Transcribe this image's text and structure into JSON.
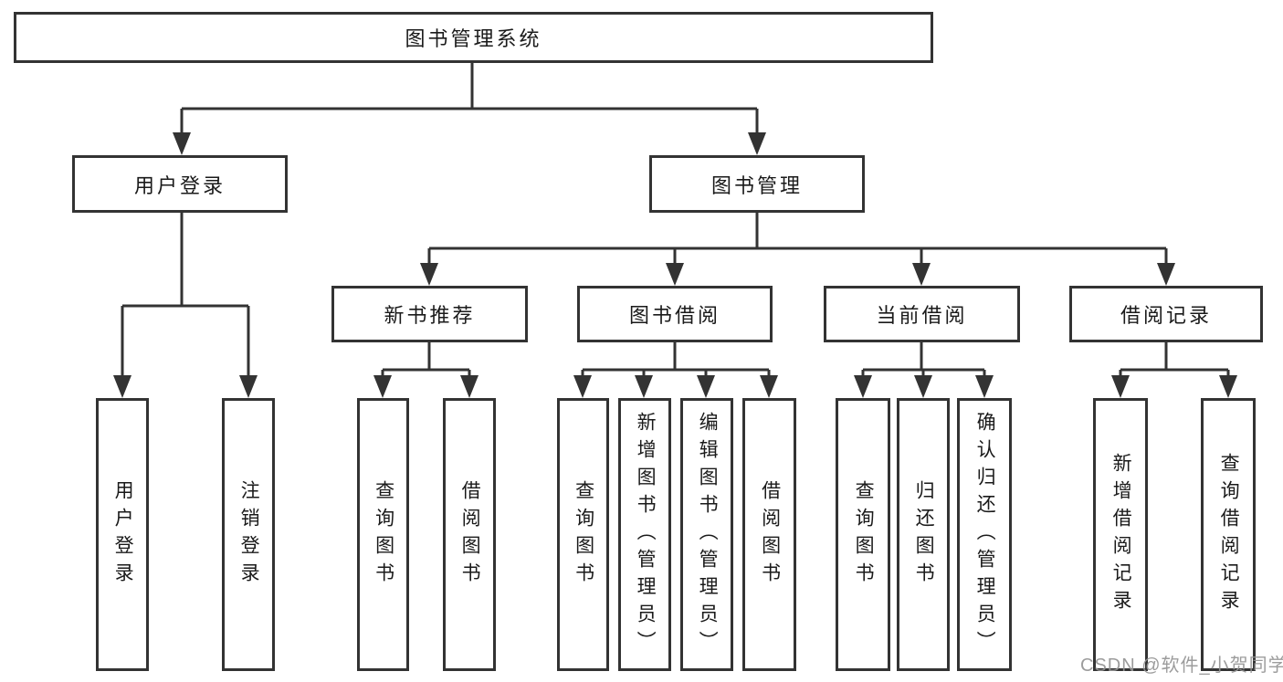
{
  "diagram": {
    "root": {
      "label": "图书管理系统"
    },
    "level2": [
      {
        "label": "用户登录"
      },
      {
        "label": "图书管理"
      }
    ],
    "level3": [
      {
        "label": "新书推荐",
        "parent": "图书管理"
      },
      {
        "label": "图书借阅",
        "parent": "图书管理"
      },
      {
        "label": "当前借阅",
        "parent": "图书管理"
      },
      {
        "label": "借阅记录",
        "parent": "图书管理"
      }
    ],
    "level4": [
      {
        "label": "用户登录",
        "parent": "用户登录"
      },
      {
        "label": "注销登录",
        "parent": "用户登录"
      },
      {
        "label": "查询图书",
        "parent": "新书推荐"
      },
      {
        "label": "借阅图书",
        "parent": "新书推荐"
      },
      {
        "label": "查询图书",
        "parent": "图书借阅"
      },
      {
        "label": "新增图书（管理员）",
        "parent": "图书借阅"
      },
      {
        "label": "编辑图书（管理员）",
        "parent": "图书借阅"
      },
      {
        "label": "借阅图书",
        "parent": "图书借阅"
      },
      {
        "label": "查询图书",
        "parent": "当前借阅"
      },
      {
        "label": "归还图书",
        "parent": "当前借阅"
      },
      {
        "label": "确认归还（管理员）",
        "parent": "当前借阅"
      },
      {
        "label": "新增借阅记录",
        "parent": "借阅记录"
      },
      {
        "label": "查询借阅记录",
        "parent": "借阅记录"
      }
    ],
    "watermark": "CSDN @软件_小贺同学",
    "colors": {
      "line": "#333333",
      "text": "#1a1a1a",
      "watermark": "#949494",
      "background": "#ffffff"
    }
  }
}
